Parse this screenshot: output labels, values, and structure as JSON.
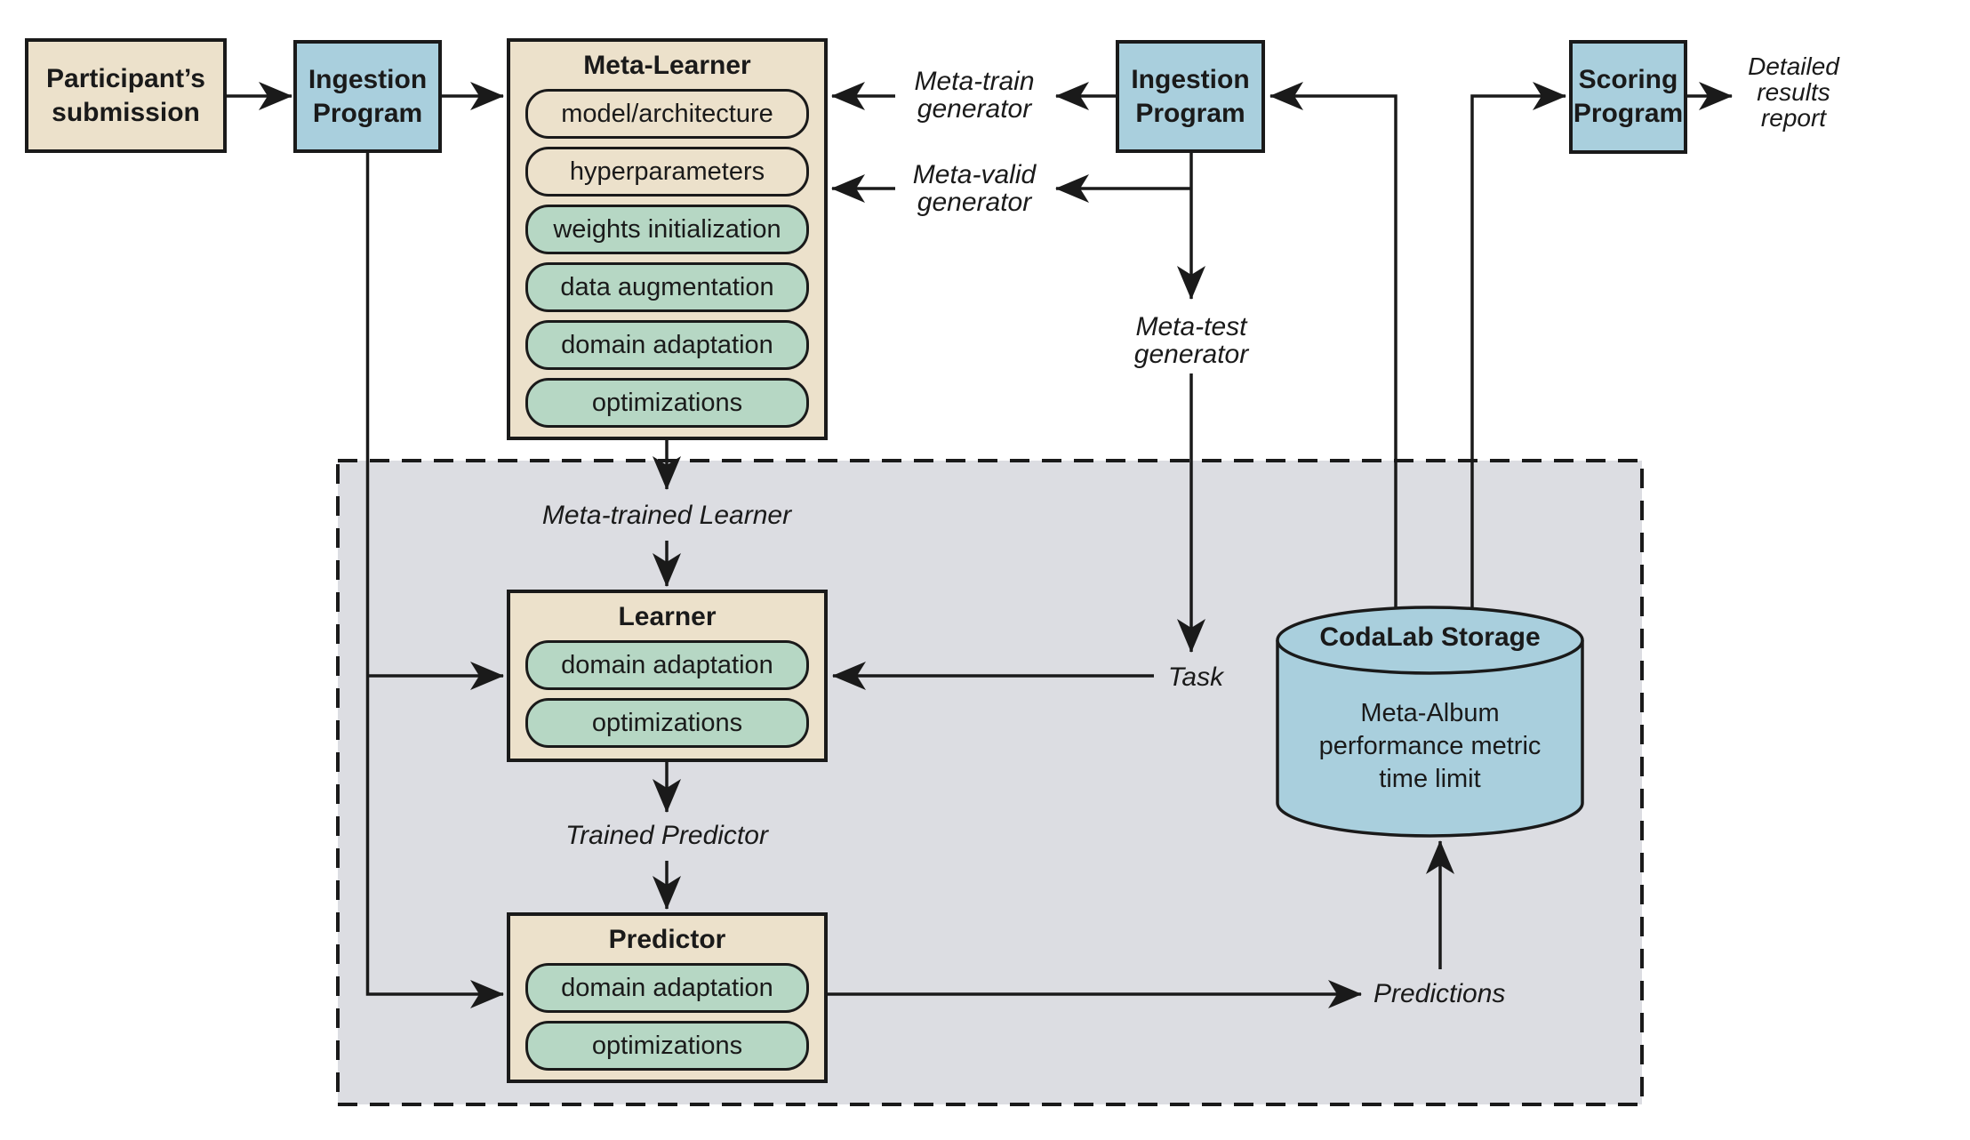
{
  "colors": {
    "box_beige": "#ece1cb",
    "pill_green": "#b6d7c4",
    "box_blue": "#a9cfdd",
    "phase_background_gray": "#dcdde2",
    "line_black": "#1a1a1a"
  },
  "nodes": {
    "participant": {
      "label": "Participant’s\nsubmission"
    },
    "ingestion_left": {
      "label": "Ingestion\nProgram"
    },
    "ingestion_right": {
      "label": "Ingestion\nProgram"
    },
    "scoring": {
      "label": "Scoring\nProgram"
    },
    "meta_learner": {
      "title": "Meta-Learner",
      "pills": [
        {
          "label": "model/architecture",
          "style": "plain"
        },
        {
          "label": "hyperparameters",
          "style": "plain"
        },
        {
          "label": "weights initialization",
          "style": "green"
        },
        {
          "label": "data augmentation",
          "style": "green"
        },
        {
          "label": "domain adaptation",
          "style": "green"
        },
        {
          "label": "optimizations",
          "style": "green"
        }
      ]
    },
    "learner": {
      "title": "Learner",
      "pills": [
        {
          "label": "domain adaptation",
          "style": "green"
        },
        {
          "label": "optimizations",
          "style": "green"
        }
      ]
    },
    "predictor": {
      "title": "Predictor",
      "pills": [
        {
          "label": "domain adaptation",
          "style": "green"
        },
        {
          "label": "optimizations",
          "style": "green"
        }
      ]
    },
    "codalab_storage": {
      "title": "CodaLab Storage",
      "body": "Meta-Album\nperformance metric\ntime limit"
    }
  },
  "labels": {
    "meta_train_generator": "Meta-train\ngenerator",
    "meta_valid_generator": "Meta-valid\ngenerator",
    "meta_test_generator": "Meta-test\ngenerator",
    "meta_trained_learner": "Meta-trained Learner",
    "trained_predictor": "Trained Predictor",
    "task": "Task",
    "predictions": "Predictions",
    "detailed_results_report": "Detailed\nresults\nreport"
  }
}
